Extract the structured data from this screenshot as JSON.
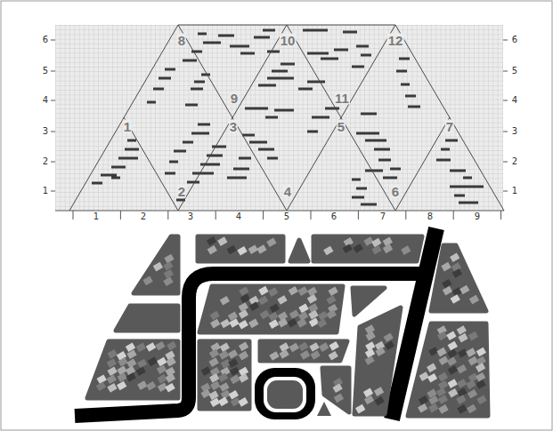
{
  "diagram": {
    "labels": [
      "6",
      "5",
      "4",
      "3",
      "2",
      "1",
      "8",
      "10",
      "12",
      "9",
      "11",
      "1",
      "3",
      "5",
      "7",
      "2",
      "4",
      "6",
      "6",
      "5",
      "4",
      "3",
      "2",
      "1",
      "1",
      "2",
      "3",
      "4",
      "5",
      "6",
      "7",
      "8",
      "9"
    ]
  }
}
